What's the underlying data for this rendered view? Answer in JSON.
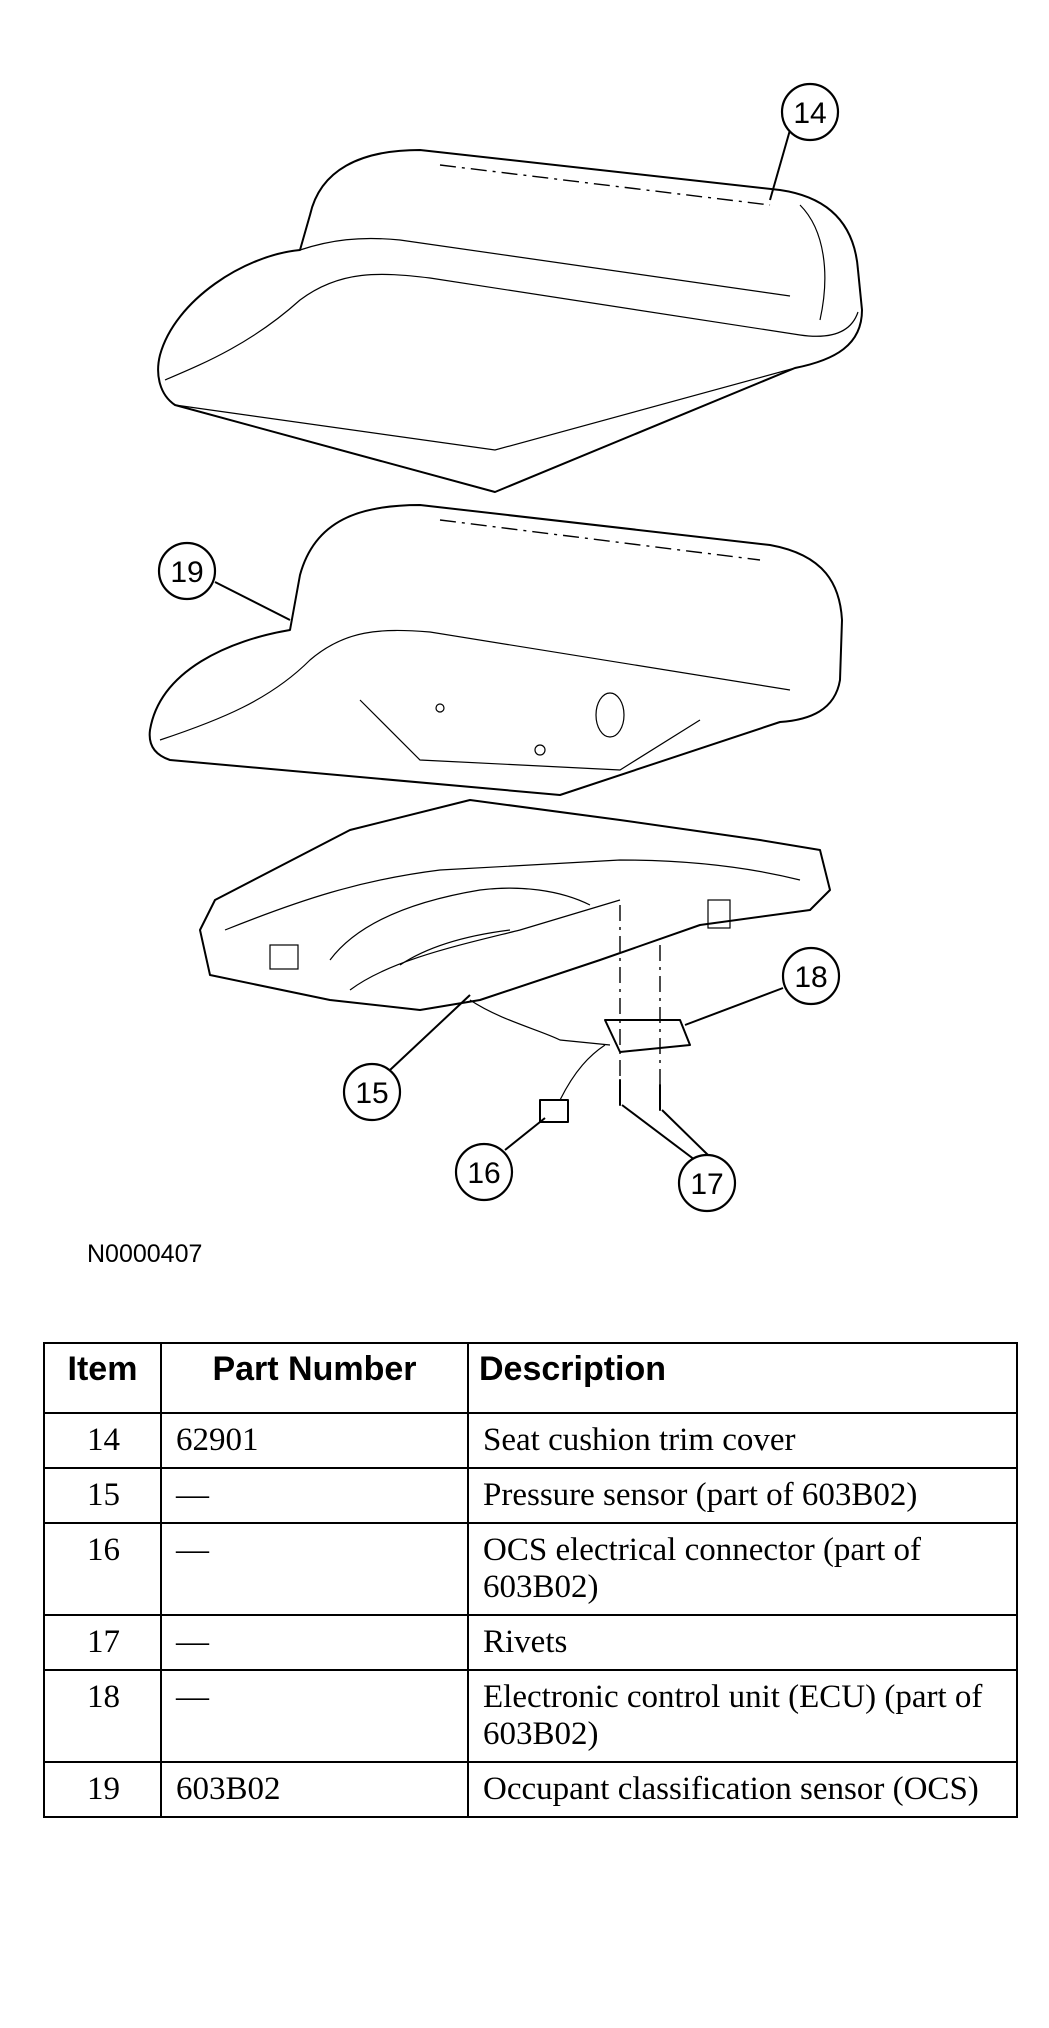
{
  "figure": {
    "callouts": [
      "14",
      "15",
      "16",
      "17",
      "18",
      "19"
    ],
    "figure_id": "N0000407"
  },
  "table": {
    "headers": {
      "item": "Item",
      "part_number": "Part Number",
      "description": "Description"
    },
    "rows": [
      {
        "item": "14",
        "part_number": "62901",
        "description": "Seat cushion trim cover"
      },
      {
        "item": "15",
        "part_number": "—",
        "description": "Pressure sensor (part of 603B02)"
      },
      {
        "item": "16",
        "part_number": "—",
        "description": "OCS electrical connector (part of 603B02)"
      },
      {
        "item": "17",
        "part_number": "—",
        "description": "Rivets"
      },
      {
        "item": "18",
        "part_number": "—",
        "description": "Electronic control unit (ECU) (part of 603B02)"
      },
      {
        "item": "19",
        "part_number": "603B02",
        "description": "Occupant classification sensor (OCS)"
      }
    ]
  }
}
